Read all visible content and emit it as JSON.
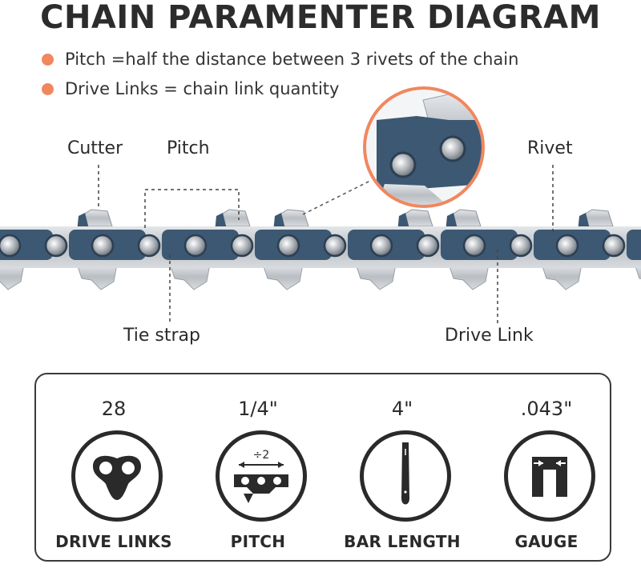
{
  "title": "CHAIN PARAMENTER DIAGRAM",
  "bullets": [
    "Pitch =half the distance between 3 rivets of the chain",
    "Drive Links = chain link quantity"
  ],
  "labels": {
    "cutter": "Cutter",
    "pitch": "Pitch",
    "rivet": "Rivet",
    "tie_strap": "Tie strap",
    "drive_link": "Drive Link"
  },
  "colors": {
    "accent": "#f0875f",
    "chain_blue": "#3d5872",
    "steel": "#c4c8cc",
    "ink": "#2a2a2a"
  },
  "specs": [
    {
      "value": "28",
      "name": "DRIVE LINKS",
      "icon": "drive-link-icon"
    },
    {
      "value": "1/4\"",
      "name": "PITCH",
      "icon": "pitch-icon",
      "icon_text": "÷2"
    },
    {
      "value": "4\"",
      "name": "BAR LENGTH",
      "icon": "bar-icon"
    },
    {
      "value": ".043\"",
      "name": "GAUGE",
      "icon": "gauge-icon"
    }
  ]
}
